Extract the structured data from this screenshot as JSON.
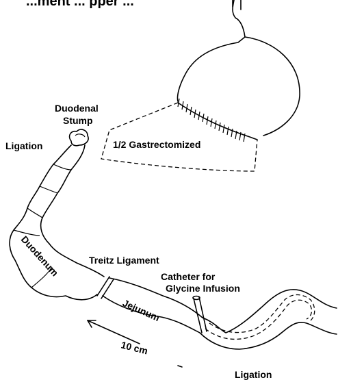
{
  "header_partial": "...ment ... pper ...",
  "labels": {
    "duodenal_stump": [
      "Duodenal",
      "Stump"
    ],
    "ligation_top": "Ligation",
    "gastrectomized": "1/2 Gastrectomized",
    "duodenum": "Duodenum",
    "treitz": "Treitz Ligament",
    "catheter": [
      "Catheter for",
      "Glycine Infusion"
    ],
    "jejunum": "Jejunum",
    "distance": "10 cm",
    "ligation_bottom": "Ligation"
  }
}
